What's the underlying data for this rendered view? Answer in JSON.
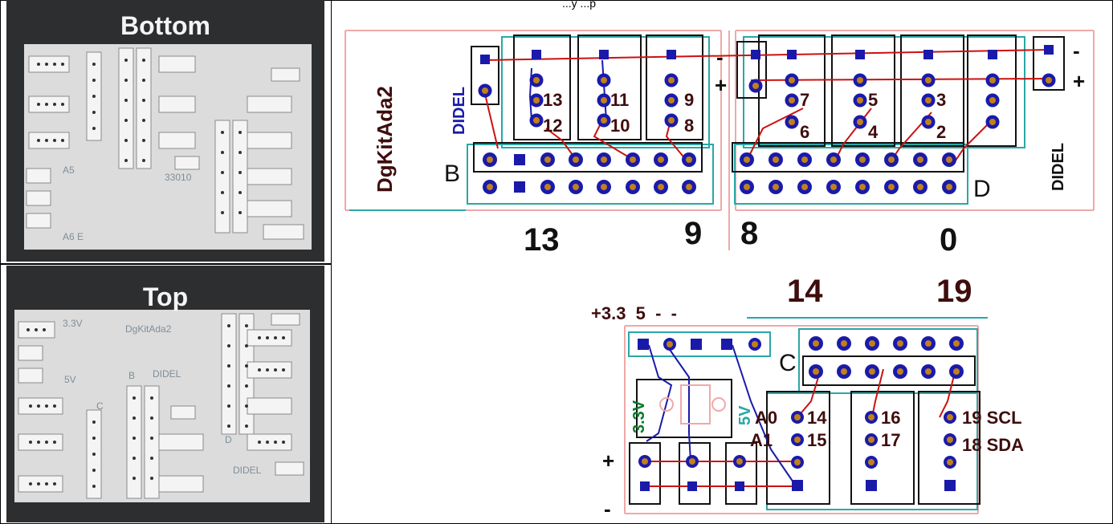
{
  "caption": "...y ...p",
  "photos": {
    "bottom": {
      "label": "Bottom",
      "marks": [
        "A5",
        "A6 E",
        "33010"
      ]
    },
    "top": {
      "label": "Top",
      "marks": [
        "3.3V",
        "5V",
        "DgKitAda2",
        "DIDEL",
        "C",
        "B",
        "D",
        "DIDEL"
      ]
    }
  },
  "board_upper": {
    "title": "DgKitAda2",
    "didel_left": "DIDEL",
    "didel_right": "DIDEL",
    "port_b": "B",
    "port_d": "D",
    "minus": "-",
    "plus": "+",
    "b_pins": [
      "13",
      "11",
      "9",
      "12",
      "10",
      "8"
    ],
    "d_pins": [
      "7",
      "5",
      "3",
      "6",
      "4",
      "2"
    ],
    "range_b_start": "13",
    "range_b_end": "9",
    "range_d_start": "8",
    "range_d_end": "0"
  },
  "board_lower": {
    "supply": "+3.3  5  -  -",
    "range_start": "14",
    "range_end": "19",
    "port_c": "C",
    "reg_left": "3.3V",
    "reg_right": "5V",
    "a0": "A0",
    "a1": "A1",
    "pins": [
      "14",
      "15",
      "16",
      "17",
      "19 SCL",
      "18 SDA"
    ],
    "plus": "+",
    "minus": "-"
  }
}
